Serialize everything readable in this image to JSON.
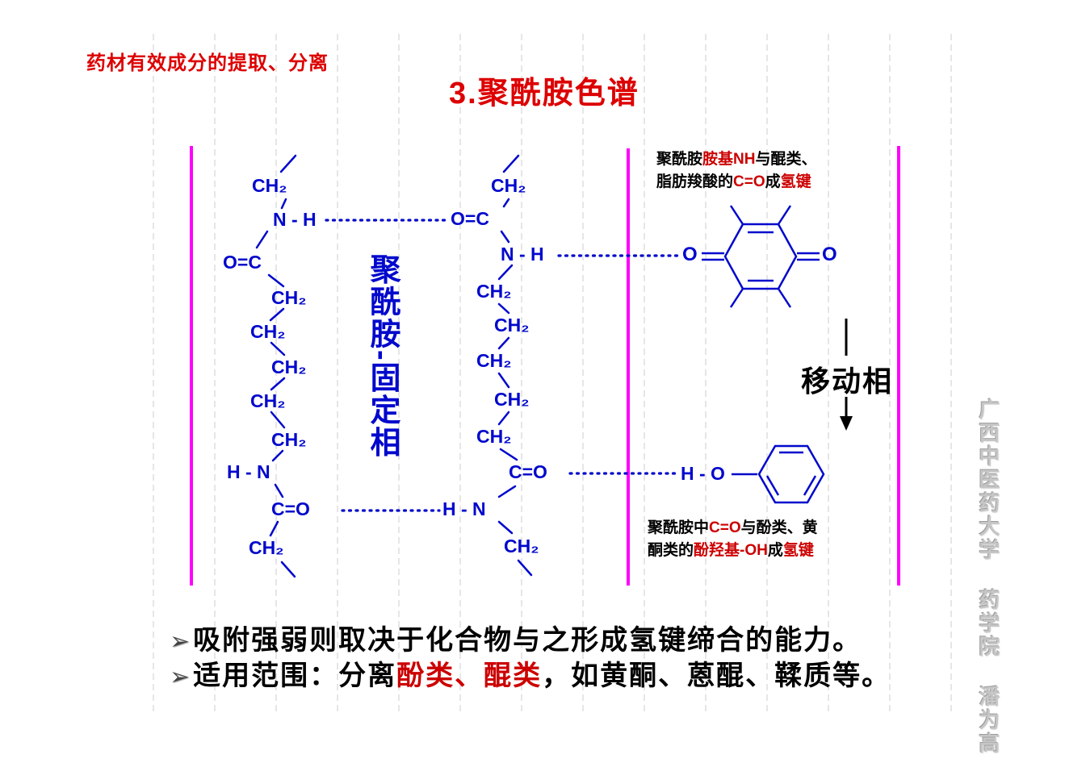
{
  "header": {
    "text": "药材有效成分的提取、分离"
  },
  "title": "3.聚酰胺色谱",
  "diagram": {
    "stationary_label": "聚酰胺-固定相",
    "left_chain": [
      "CH₂",
      "N - H",
      "O=C",
      "CH₂",
      "CH₂",
      "CH₂",
      "CH₂",
      "CH₂",
      "H - N",
      "C=O",
      "CH₂"
    ],
    "mid_chain": [
      "CH₂",
      "O=C",
      "N - H",
      "CH₂",
      "CH₂",
      "CH₂",
      "CH₂",
      "CH₂",
      "C=O",
      "H - N",
      "CH₂"
    ],
    "quinone": {
      "o_left": "O",
      "o_right": "O"
    },
    "phenol": {
      "ho": "H - O"
    },
    "mobile_phase": "移动相",
    "note_top": [
      "聚酰胺",
      "胺基NH",
      "与醌类、",
      "脂肪羧酸的",
      "C=O",
      "成",
      "氢键"
    ],
    "note_bottom": [
      "聚酰胺中",
      "C=O",
      "与酚类、黄",
      "酮类的",
      "酚羟基-OH",
      "成",
      "氢键"
    ]
  },
  "bullets": {
    "b1_marker": "➢",
    "b1_text": "吸附强弱则取决于化合物与之形成氢键缔合的能力。",
    "b2_marker": "➢",
    "b2_pre": "适用范围：分离",
    "b2_red": "酚类、醌类",
    "b2_post": "，如黄酮、蒽醌、鞣质等。"
  },
  "watermark": "广西中医药大学 药学院 潘为高",
  "colors": {
    "title_red": "#dd0000",
    "note_red": "#cc0000",
    "structure_blue": "#0008cc",
    "column_magenta": "#ff00ff",
    "watermark_gray": "#c6c6c6"
  }
}
